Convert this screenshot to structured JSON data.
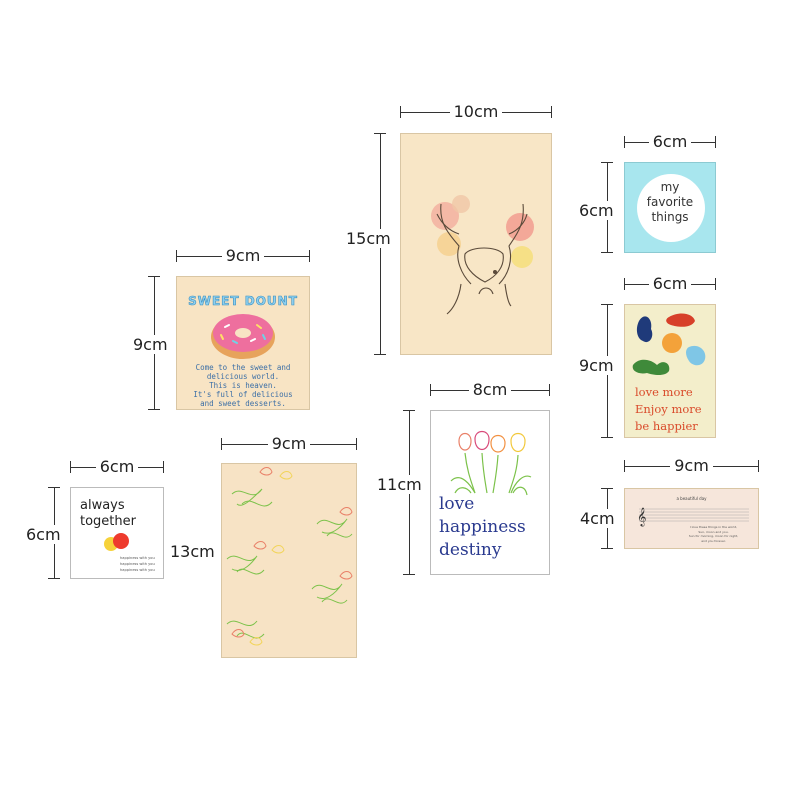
{
  "dimensions": {
    "deer_width": "10cm",
    "deer_height": "15cm",
    "donut_width": "9cm",
    "donut_height": "9cm",
    "always_width": "6cm",
    "always_height": "6cm",
    "tulip_width": "9cm",
    "tulip_height": "13cm",
    "love_width": "8cm",
    "love_height": "11cm",
    "fav_width": "6cm",
    "fav_height": "6cm",
    "lovemore_width": "6cm",
    "lovemore_height": "9cm",
    "beautiful_width": "9cm",
    "beautiful_height": "4cm"
  },
  "cards": {
    "donut": {
      "title": "SWEET DOUNT",
      "lines": [
        "Come to the sweet and",
        "delicious world.",
        "This is heaven.",
        "It's full of delicious",
        "and sweet desserts."
      ]
    },
    "always": {
      "line1": "always",
      "line2": "together",
      "small": [
        "happiness with you",
        "happiness with you",
        "happiness with you"
      ]
    },
    "love": {
      "lines": [
        "love",
        "happiness",
        "destiny"
      ]
    },
    "favorite": {
      "lines": [
        "my",
        "favorite",
        "things"
      ]
    },
    "lovemore": {
      "lines": [
        "love more",
        "Enjoy more",
        "be happier"
      ]
    },
    "beautiful": {
      "title": "a beautiful day",
      "lines": [
        "I love these things in the world,",
        "Sun, moon and you.",
        "Sun for morning, moon for night,",
        "and you forever."
      ]
    }
  },
  "colors": {
    "cream": "#f8e6c6",
    "peach": "#f7e3c5",
    "aqua": "#a8e6ee",
    "lovemore_bg": "#f3eecb",
    "beautiful_bg": "#f6e6db",
    "border": "#d9c6a4"
  }
}
